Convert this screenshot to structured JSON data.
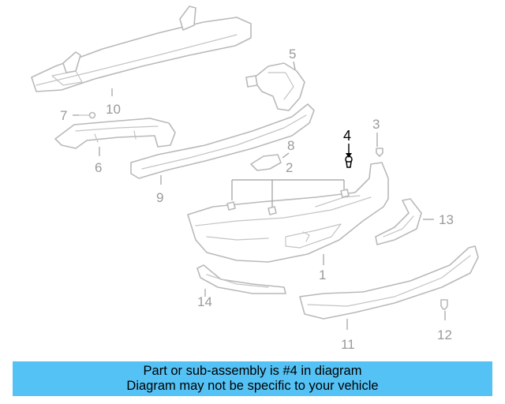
{
  "diagram": {
    "highlighted_callout": "4",
    "callouts": [
      "1",
      "2",
      "3",
      "4",
      "5",
      "6",
      "7",
      "8",
      "9",
      "10",
      "11",
      "12",
      "13",
      "14"
    ]
  },
  "banner": {
    "line1": "Part or sub-assembly is #4 in diagram",
    "line2": "Diagram may not be specific to your vehicle",
    "background": "#55c2f5"
  },
  "colors": {
    "part_outline": "#b9b9b9",
    "callout_text": "#9a9a9a",
    "highlight": "#000000"
  }
}
